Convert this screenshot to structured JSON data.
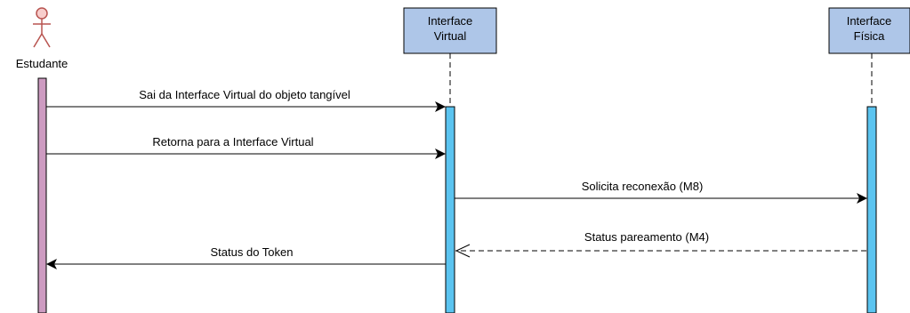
{
  "diagram": {
    "type": "sequence",
    "actor": {
      "label": "Estudante"
    },
    "participants": [
      {
        "line1": "Interface",
        "line2": "Virtual",
        "fill": "#aec6e8"
      },
      {
        "line1": "Interface",
        "line2": "Física",
        "fill": "#aec6e8"
      }
    ],
    "messages": [
      {
        "label": "Sai da Interface Virtual do objeto tangível",
        "from": "Estudante",
        "to": "Interface Virtual",
        "style": "solid"
      },
      {
        "label": "Retorna para a Interface Virtual",
        "from": "Estudante",
        "to": "Interface Virtual",
        "style": "solid"
      },
      {
        "label": "Solicita reconexão (M8)",
        "from": "Interface Virtual",
        "to": "Interface Física",
        "style": "solid"
      },
      {
        "label": "Status pareamento (M4)",
        "from": "Interface Física",
        "to": "Interface Virtual",
        "style": "dashed"
      },
      {
        "label": "Status do Token",
        "from": "Interface Virtual",
        "to": "Estudante",
        "style": "solid"
      }
    ],
    "colors": {
      "actor_activation": "#cd9bc1",
      "activation": "#5bc4f0",
      "participant_box": "#aec6e8",
      "line": "#000000"
    }
  }
}
